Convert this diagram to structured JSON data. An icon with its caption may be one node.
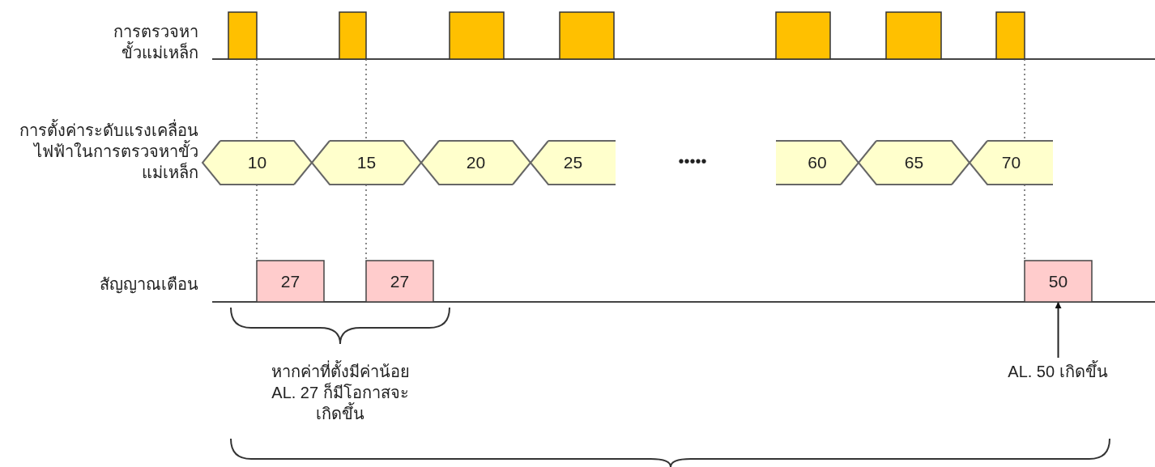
{
  "diagram": {
    "nodes": [
      {
        "text": [],
        "shape": "box"
      },
      {
        "text": [],
        "shape": "box"
      },
      {
        "text": [],
        "shape": "box"
      },
      {
        "text": [],
        "shape": "box"
      },
      {
        "text": [],
        "shape": "box"
      },
      {
        "text": [],
        "shape": "box"
      },
      {
        "text": [],
        "shape": "box"
      },
      {
        "text": [
          "10"
        ]
      },
      {
        "text": [
          "15"
        ]
      },
      {
        "text": [
          "20"
        ]
      },
      {
        "text": [
          "25"
        ]
      },
      {
        "text": [
          "60"
        ]
      },
      {
        "text": [
          "65"
        ]
      },
      {
        "text": [
          "70"
        ]
      },
      {
        "text": [
          "27"
        ]
      },
      {
        "text": [
          "27"
        ]
      },
      {
        "text": [
          "50"
        ]
      },
      {
        "text": [
          "AL. 50 เกิดขึ้น"
        ]
      }
    ],
    "edges": [
      {
        "from": 0,
        "to": 7,
        "arrow": "none",
        "style": "dashed"
      },
      {
        "from": 7,
        "to": 14,
        "arrow": "none",
        "style": "dashed"
      },
      {
        "from": 1,
        "to": 8,
        "arrow": "none",
        "style": "dashed"
      },
      {
        "from": 8,
        "to": 15,
        "arrow": "none",
        "style": "dashed"
      },
      {
        "from": 6,
        "to": 13,
        "arrow": "none",
        "style": "dashed"
      },
      {
        "from": 13,
        "to": 16,
        "arrow": "none",
        "style": "dashed"
      },
      {
        "from": 17,
        "to": 16,
        "arrow": "to",
        "color": "#222222"
      }
    ],
    "labels": [
      "การตรวจหาขั้วแม่เหล็ก",
      "การตั้งค่าระดับแรงเคลื่อนไฟฟ้าในการตรวจหาขั้วแม่เหล็ก",
      "•••••",
      "สัญญาณเตือน",
      "หากค่าที่ตั้งมีค่าน้อย AL. 27 ก็มีโอกาสจะเกิดขึ้น"
    ]
  }
}
